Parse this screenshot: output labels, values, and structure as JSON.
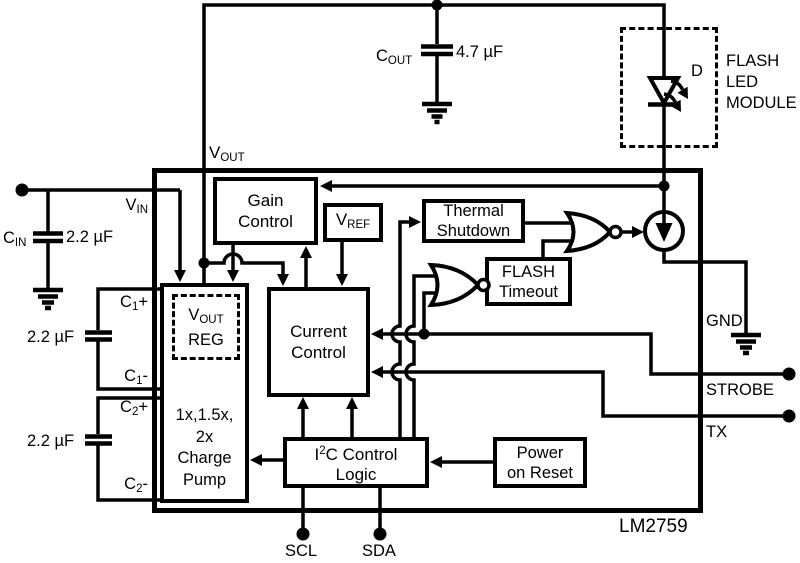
{
  "diagram": {
    "part_number": "LM2759",
    "colors": {
      "line": "#000000",
      "background": "#ffffff"
    },
    "external": {
      "cout": {
        "base": "C",
        "sub": "OUT",
        "value": "4.7 µF"
      },
      "cin": {
        "base": "C",
        "sub": "IN",
        "value": "2.2 µF"
      },
      "c1_value": "2.2 µF",
      "c2_value": "2.2 µF",
      "led_module": {
        "diode": "D",
        "line1": "FLASH",
        "line2": "LED",
        "line3": "MODULE"
      },
      "gnd": "GND"
    },
    "pins": {
      "vout": {
        "base": "V",
        "sub": "OUT"
      },
      "vin": {
        "base": "V",
        "sub": "IN"
      },
      "c1p": {
        "base": "C",
        "sub": "1",
        "sign": "+"
      },
      "c1m": {
        "base": "C",
        "sub": "1",
        "sign": "-"
      },
      "c2p": {
        "base": "C",
        "sub": "2",
        "sign": "+"
      },
      "c2m": {
        "base": "C",
        "sub": "2",
        "sign": "-"
      },
      "strobe": "STROBE",
      "tx": "TX",
      "scl": "SCL",
      "sda": "SDA"
    },
    "blocks": {
      "gain": {
        "l1": "Gain",
        "l2": "Control"
      },
      "vref": {
        "base": "V",
        "sub": "REF"
      },
      "thermal": {
        "l1": "Thermal",
        "l2": "Shutdown"
      },
      "timeout": {
        "l1": "FLASH",
        "l2": "Timeout"
      },
      "current": {
        "l1": "Current",
        "l2": "Control"
      },
      "voutreg": {
        "base": "V",
        "sub": "OUT",
        "l2": "REG"
      },
      "pump": {
        "l1": "1x,1.5x,",
        "l2": "2x",
        "l3": "Charge",
        "l4": "Pump"
      },
      "i2c": {
        "pre": "I",
        "sup": "2",
        "post": "C Control",
        "l2": "Logic"
      },
      "por": {
        "l1": "Power",
        "l2": "on Reset"
      }
    }
  }
}
